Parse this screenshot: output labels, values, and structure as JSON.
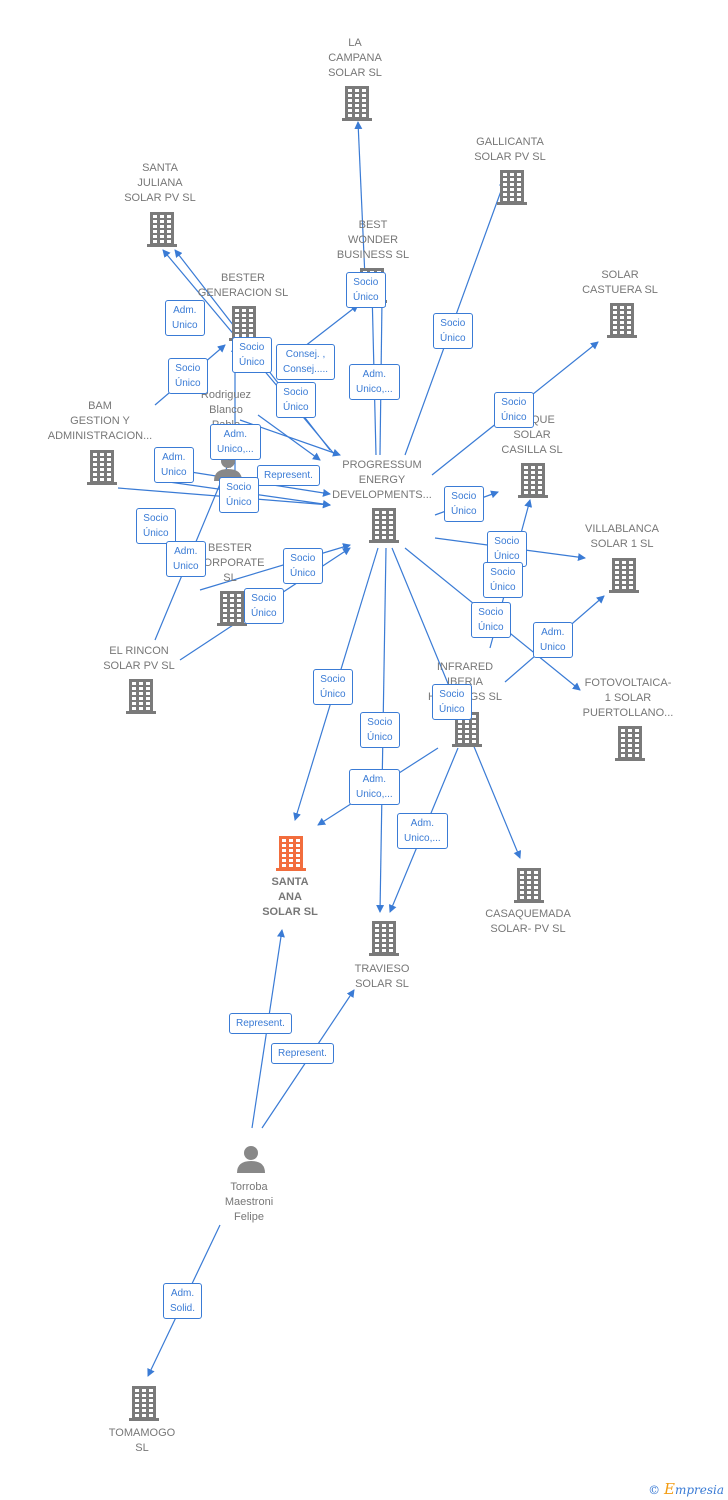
{
  "colors": {
    "edge": "#3a7bd5",
    "company": "#7a7a7a",
    "main_company": "#f26d3d",
    "person": "#888888"
  },
  "nodes": [
    {
      "id": "la_campana",
      "label": "LA\nCAMPANA\nSOLAR  SL",
      "kind": "company"
    },
    {
      "id": "gallicanta",
      "label": "GALLICANTA\nSOLAR PV  SL",
      "kind": "company"
    },
    {
      "id": "santa_juliana",
      "label": "SANTA\nJULIANA\nSOLAR PV  SL",
      "kind": "company"
    },
    {
      "id": "best_wonder",
      "label": "BEST\nWONDER\nBUSINESS SL",
      "kind": "company"
    },
    {
      "id": "solar_castuera",
      "label": "SOLAR\nCASTUERA  SL",
      "kind": "company"
    },
    {
      "id": "bester_generacion",
      "label": "BESTER\nGENERACION SL",
      "kind": "company"
    },
    {
      "id": "rodriguez",
      "label": "Rodriguez\nBlanco\nPablo",
      "kind": "person"
    },
    {
      "id": "bam",
      "label": "BAM\nGESTION Y\nADMINISTRACION...",
      "kind": "company"
    },
    {
      "id": "progressum",
      "label": "PROGRESSUM\nENERGY\nDEVELOPMENTS...",
      "kind": "company"
    },
    {
      "id": "parque_casilla",
      "label": "PARQUE\nSOLAR\nCASILLA  SL",
      "kind": "company"
    },
    {
      "id": "villablanca",
      "label": "VILLABLANCA\nSOLAR 1  SL",
      "kind": "company"
    },
    {
      "id": "bester_corporate",
      "label": "BESTER\nCORPORATE\nSL",
      "kind": "company"
    },
    {
      "id": "el_rincon",
      "label": "EL RINCON\nSOLAR PV  SL",
      "kind": "company"
    },
    {
      "id": "infrared",
      "label": "INFRARED\nIBERIA\nHOLDINGS  SL",
      "kind": "company"
    },
    {
      "id": "fotovoltaica",
      "label": "FOTOVOLTAICA-\n1 SOLAR\nPUERTOLLANO...",
      "kind": "company"
    },
    {
      "id": "santa_ana",
      "label": "SANTA\nANA\nSOLAR  SL",
      "kind": "main"
    },
    {
      "id": "travieso",
      "label": "TRAVIESO\nSOLAR  SL",
      "kind": "company"
    },
    {
      "id": "casaquemada",
      "label": "CASAQUEMADA\nSOLAR- PV  SL",
      "kind": "company"
    },
    {
      "id": "torroba",
      "label": "Torroba\nMaestroni\nFelipe",
      "kind": "person"
    },
    {
      "id": "tomamogo",
      "label": "TOMAMOGO\nSL",
      "kind": "company"
    }
  ],
  "edge_labels": [
    "Socio\nÚnico",
    "Adm.\nUnico",
    "Socio\nÚnico",
    "Socio\nÚnico",
    "Consej. ,\nConsej.....",
    "Socio\nÚnico",
    "Adm.\nUnico,...",
    "Socio\nÚnico",
    "Adm.\nUnico,...",
    "Socio\nÚnico",
    "Adm.\nUnico",
    "Represent.",
    "Socio\nÚnico",
    "Socio\nÚnico",
    "Socio\nÚnico",
    "Adm.\nUnico",
    "Socio\nÚnico",
    "Socio\nÚnico",
    "Socio\nÚnico",
    "Socio\nÚnico",
    "Socio\nÚnico",
    "Adm.\nUnico",
    "Socio\nÚnico",
    "Socio\nÚnico",
    "Socio\nÚnico",
    "Adm.\nUnico,...",
    "Adm.\nUnico,...",
    "Represent.",
    "Represent.",
    "Adm.\nSolid."
  ],
  "footer": {
    "copyright": "©",
    "brand_first": "E",
    "brand_rest": "mpresia"
  }
}
